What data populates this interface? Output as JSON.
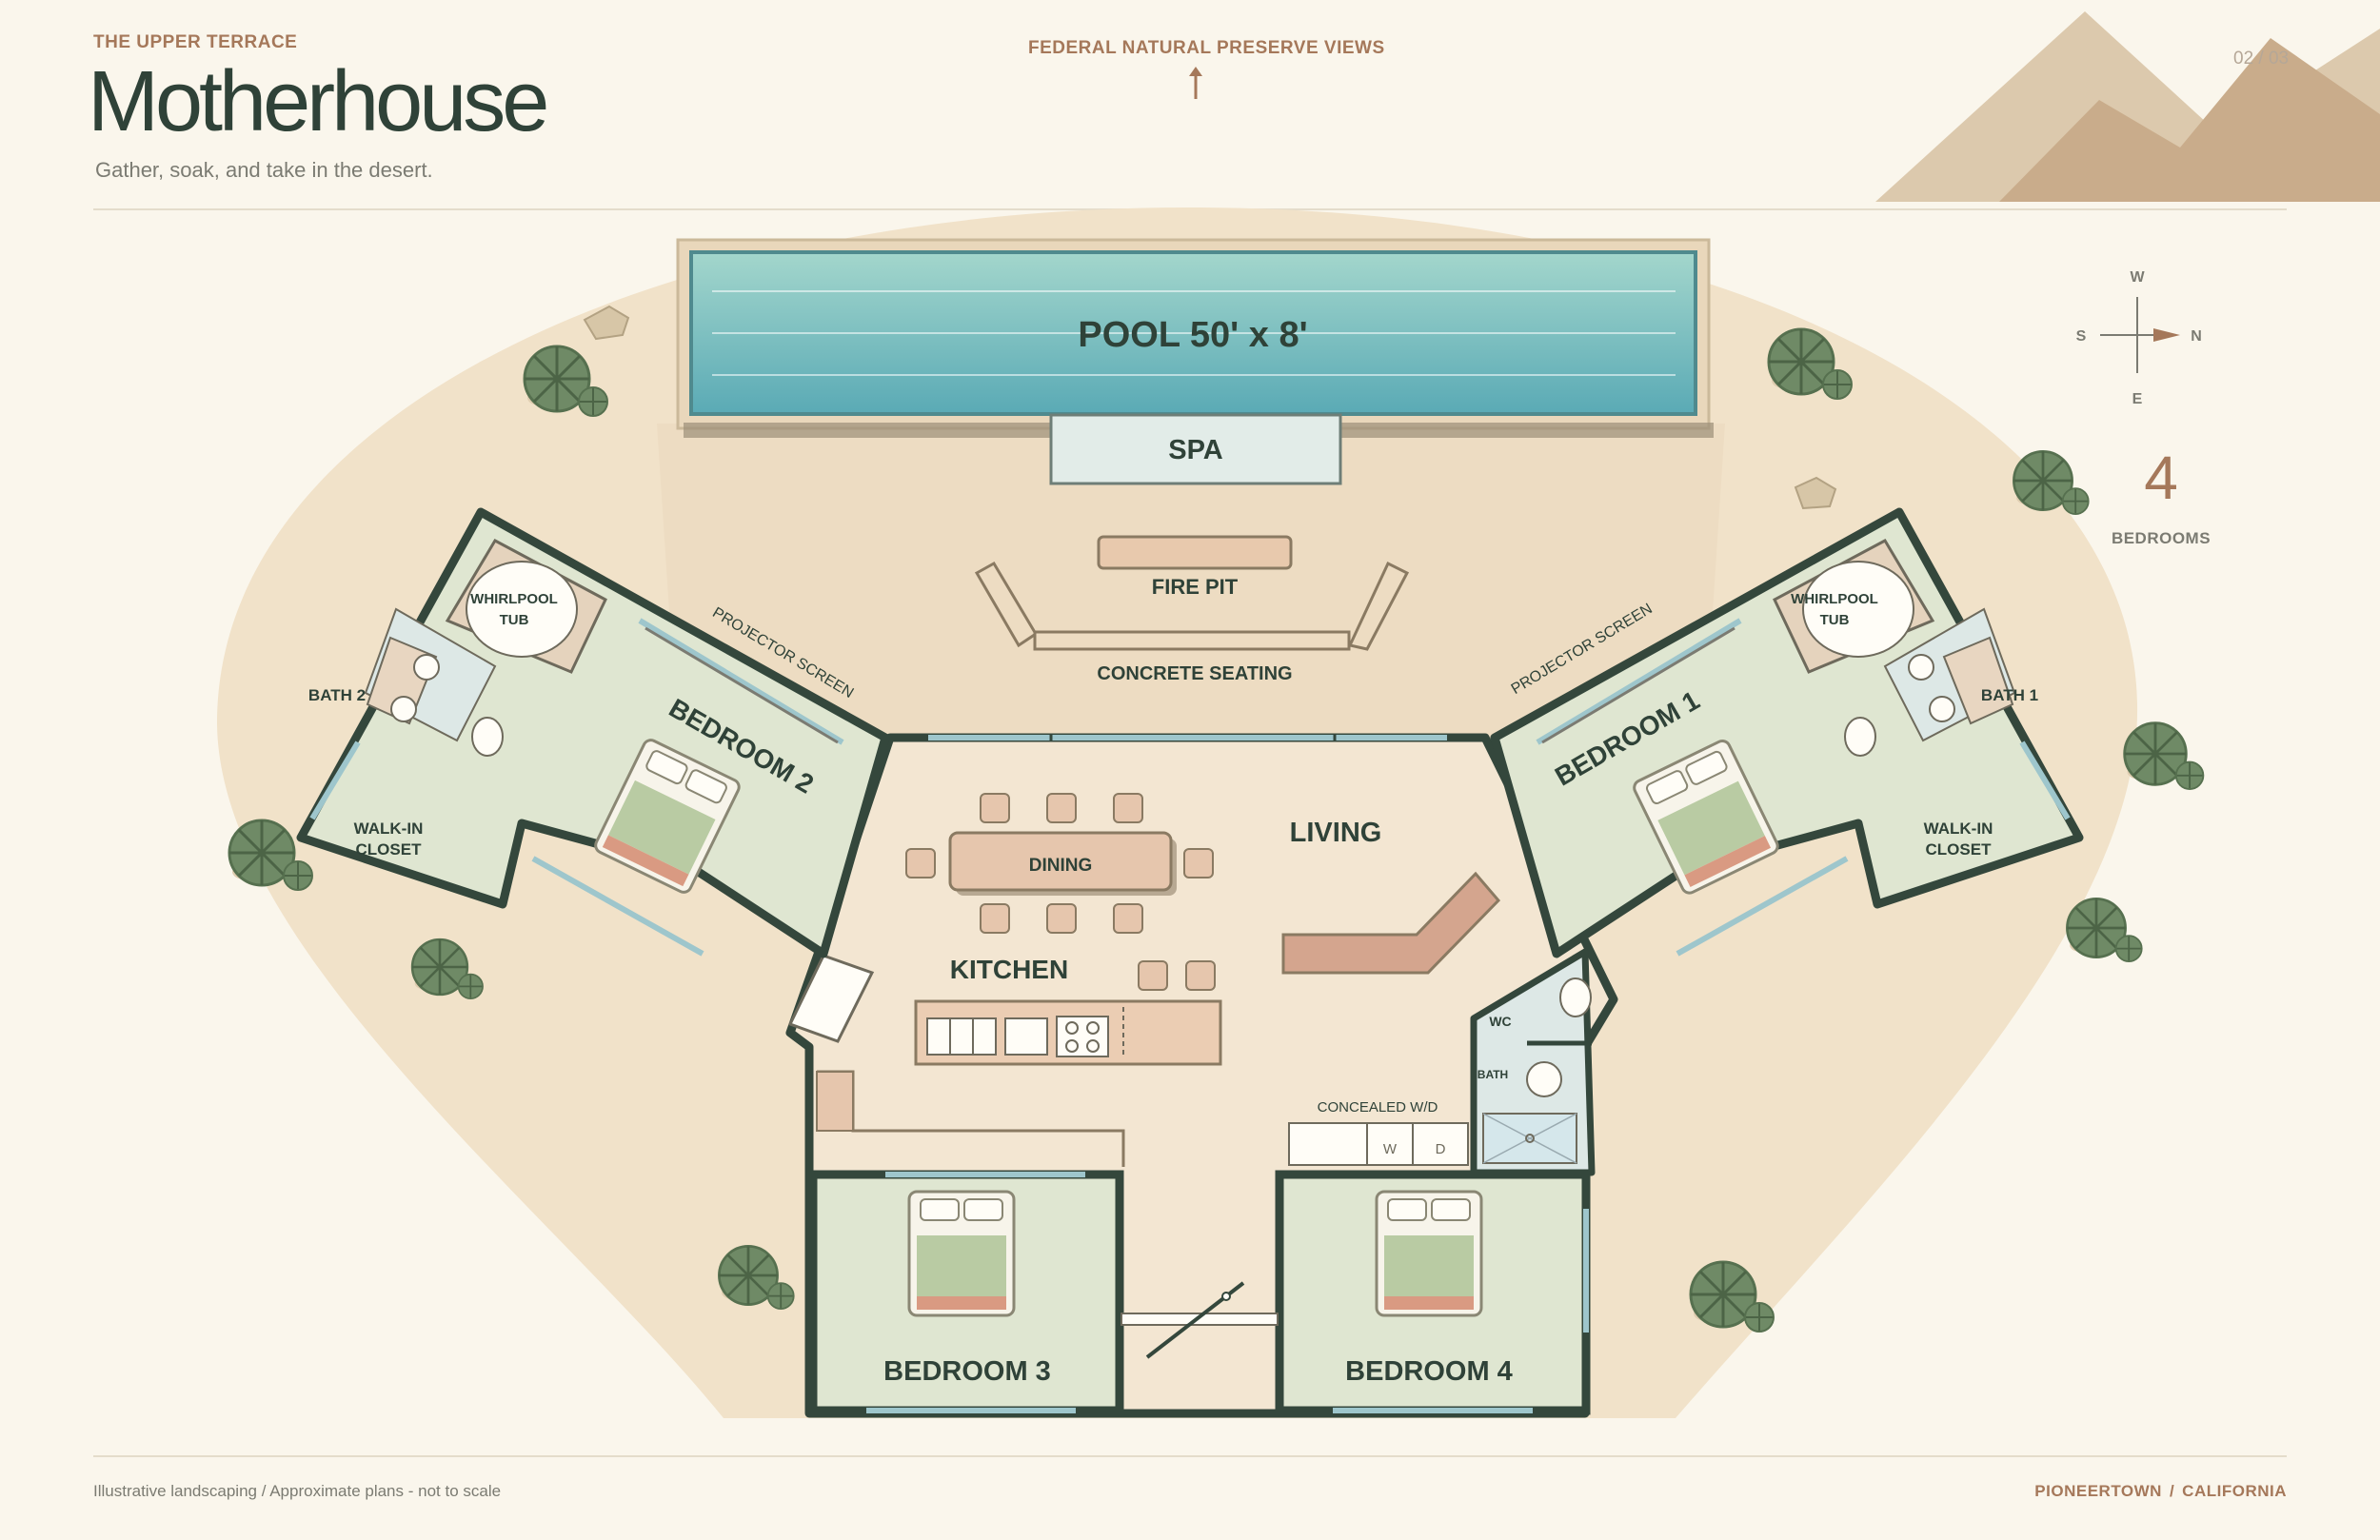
{
  "header": {
    "eyebrow": "THE UPPER TERRACE",
    "title": "Motherhouse",
    "subtitle": "Gather, soak, and take in the desert.",
    "views_label": "FEDERAL NATURAL PRESERVE VIEWS",
    "page_number": "02 / 03"
  },
  "compass": {
    "w": "W",
    "s": "S",
    "n": "N",
    "e": "E"
  },
  "stats": {
    "bedrooms_count": "4",
    "bedrooms_label": "BEDROOMS"
  },
  "rooms": {
    "pool": "POOL  50' x 8'",
    "spa": "SPA",
    "fire_pit": "FIRE PIT",
    "concrete_seating": "CONCRETE SEATING",
    "living": "LIVING",
    "dining": "DINING",
    "kitchen": "KITCHEN",
    "bedroom_1": "BEDROOM 1",
    "bedroom_2": "BEDROOM 2",
    "bedroom_3": "BEDROOM 3",
    "bedroom_4": "BEDROOM 4",
    "bath_1": "BATH 1",
    "bath_2": "BATH 2",
    "whirlpool_line1": "WHIRLPOOL",
    "whirlpool_line2": "TUB",
    "walkin_line1": "WALK-IN",
    "walkin_line2": "CLOSET",
    "projector_screen": "PROJECTOR SCREEN",
    "wc": "WC",
    "bath": "BATH",
    "concealed_wd": "CONCEALED W/D",
    "washer": "W",
    "dryer": "D"
  },
  "footer": {
    "note": "Illustrative landscaping / Approximate plans - not to scale",
    "city": "PIONEERTOWN",
    "separator": "/",
    "state": "CALIFORNIA"
  },
  "colors": {
    "background": "#faf6ec",
    "sand": "#f1e2c9",
    "wall": "#34473c",
    "bedroom_floor": "#dfe6d1",
    "pool_water": "#6fbcbc",
    "accent": "#a5785a",
    "mountain_light": "#dcc9ad",
    "mountain_dark": "#c9ac8b"
  }
}
